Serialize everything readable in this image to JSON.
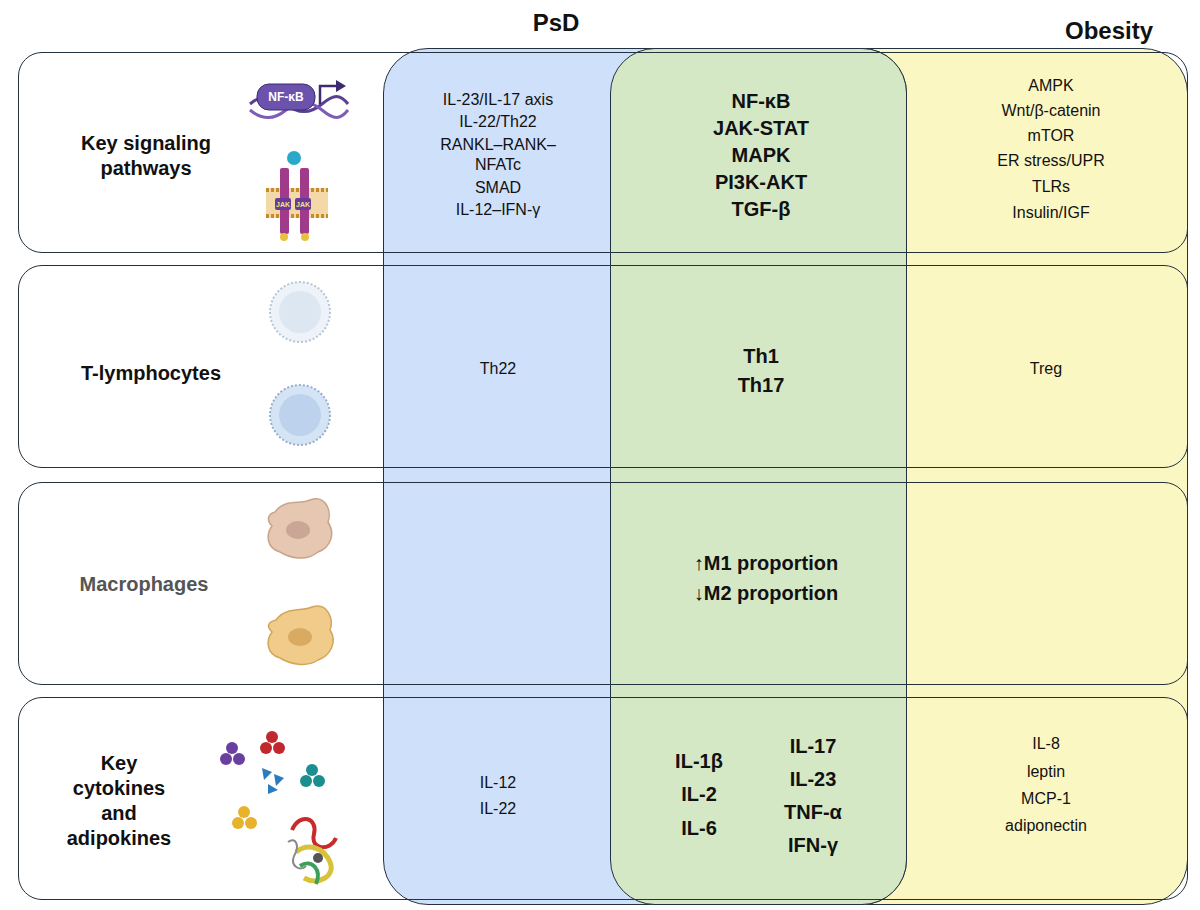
{
  "diagram": {
    "nodes": [
      {
        "text": [
          "PsD",
          "IL-23/IL-17 axis",
          "IL-22/Th22",
          "RANKL–RANK– NFATc",
          "SMAD",
          "IL-12–IFN-γ",
          "Th22",
          "IL-12",
          "IL-22"
        ]
      },
      {
        "text": [
          "NF-κB",
          "JAK-STAT",
          "MAPK",
          "PI3K-AKT",
          "TGF-β",
          "Th1",
          "Th17",
          "↑M1 proportion",
          "↓M2 proportion",
          "IL-1β",
          "IL-2",
          "IL-6",
          "IL-17",
          "IL-23",
          "TNF-α",
          "IFN-γ"
        ]
      },
      {
        "text": [
          "Obesity",
          "AMPK",
          "Wnt/β-catenin",
          "mTOR",
          "ER stress/UPR",
          "TLRs",
          "Insulin/IGF",
          "Treg",
          "IL-8",
          "leptin",
          "MCP-1",
          "adiponectin"
        ]
      },
      {
        "text": [
          "Key signaling pathways"
        ]
      },
      {
        "text": [
          "T-lymphocytes"
        ]
      },
      {
        "text": [
          "Macrophages"
        ]
      },
      {
        "text": [
          "Key cytokines and adipokines"
        ]
      }
    ],
    "labels": [
      "NF-κB",
      "JAK",
      "JAK"
    ]
  }
}
